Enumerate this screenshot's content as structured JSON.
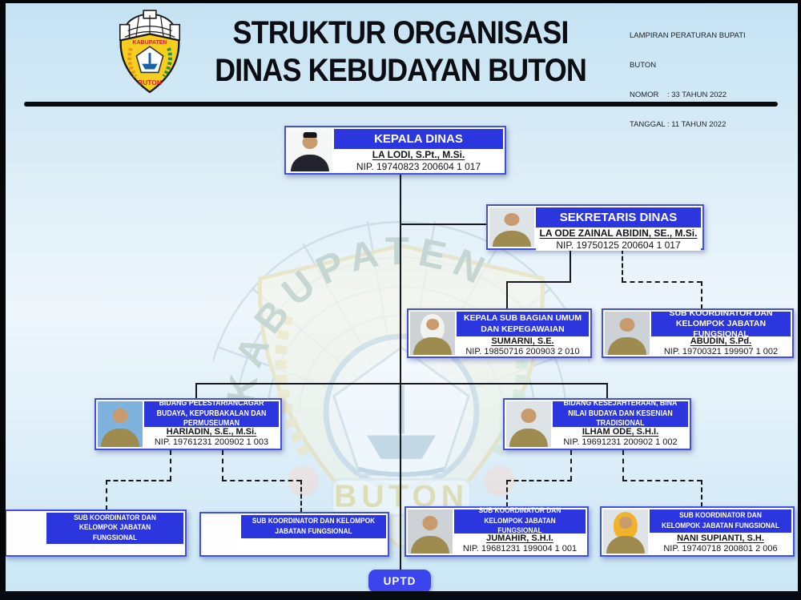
{
  "header": {
    "title_line1": "STRUKTUR ORGANISASI",
    "title_line2": "DINAS KEBUDAYAN BUTON",
    "annotation_lines": {
      "0": "LAMPIRAN PERATURAN BUPATI",
      "1": "BUTON",
      "2": "NOMOR    : 33 TAHUN 2022",
      "3": "TANGGAL : 11 TAHUN 2022"
    }
  },
  "logo": {
    "name": "kabupaten-buton-seal",
    "text_top": "KABUPATEN",
    "text_bottom": "BUTON"
  },
  "watermark": {
    "text_top": "KABUPATEN",
    "text_bottom": "BUTON"
  },
  "colors": {
    "title_bar_blue": "#2b36df",
    "box_border_blue": "#4150e2",
    "uptd_blue": "#3a45ee",
    "background_blue": "#c4e2f3",
    "line_black": "#17181d"
  },
  "org": {
    "kepala_dinas": {
      "title": "KEPALA DINAS",
      "name": "LA LODI, S.Pt., M.Si.",
      "nip": "NIP. 19740823 200604 1 017",
      "photo": "man-black-suit-peci"
    },
    "sekretaris": {
      "title": "SEKRETARIS DINAS",
      "name": "LA ODE ZAINAL ABIDIN, SE., M.Si.",
      "nip": "NIP. 19750125 200604 1 017",
      "photo": "man-khaki-uniform"
    },
    "kasubbag_umum": {
      "title": "KEPALA SUB BAGIAN UMUM DAN KEPEGAWAIAN",
      "name": "SUMARNI, S.E.",
      "nip": "NIP. 19850716 200903 2 010",
      "photo": "woman-white-hijab-khaki-uniform"
    },
    "subkoor_sekretariat": {
      "title": "SUB KOORDINATOR DAN KELOMPOK JABATAN FUNGSIONAL",
      "name": "ABUDIN, S.Pd.",
      "nip": "NIP. 19700321 199907 1 002",
      "photo": "man-khaki-uniform"
    },
    "bidang_pelestarian": {
      "title": "BIDANG PELESTARIANCAGAR BUDAYA, KEPURBAKALAN DAN PERMUSEUMAN",
      "name": "HARIADIN, S.E., M.Si.",
      "nip": "NIP. 19761231 200902 1 003",
      "photo": "man-khaki-uniform"
    },
    "bidang_kesejahteraan": {
      "title": "BIDANG KESEJAHTERAAN, BINA NILAI BUDAYA DAN KESENIAN TRADISIONAL",
      "name": "ILHAM ODE, S.H.I.",
      "nip": "NIP. 19691231 200902 1 002",
      "photo": "man-khaki-uniform"
    },
    "subkoor_1": {
      "title": "SUB KOORDINATOR DAN KELOMPOK JABATAN FUNGSIONAL",
      "name": "",
      "nip": "",
      "photo": "vacant"
    },
    "subkoor_2": {
      "title": "SUB KOORDINATOR DAN KELOMPOK JABATAN FUNGSIONAL",
      "name": "",
      "nip": "",
      "photo": "vacant"
    },
    "subkoor_3": {
      "title": "SUB KOORDINATOR DAN KELOMPOK JABATAN FUNGSIONAL",
      "name": "JUMAHIR, S.H.I.",
      "nip": "NIP. 19681231 199004 1 001",
      "photo": "man-khaki-uniform"
    },
    "subkoor_4": {
      "title": "SUB KOORDINATOR DAN KELOMPOK JABATAN FUNGSIONAL",
      "name": "NANI SUPIANTI, S.H.",
      "nip": "NIP. 19740718 200801 2 006",
      "photo": "woman-yellow-hijab-khaki-uniform"
    },
    "uptd": {
      "label": "UPTD"
    }
  }
}
